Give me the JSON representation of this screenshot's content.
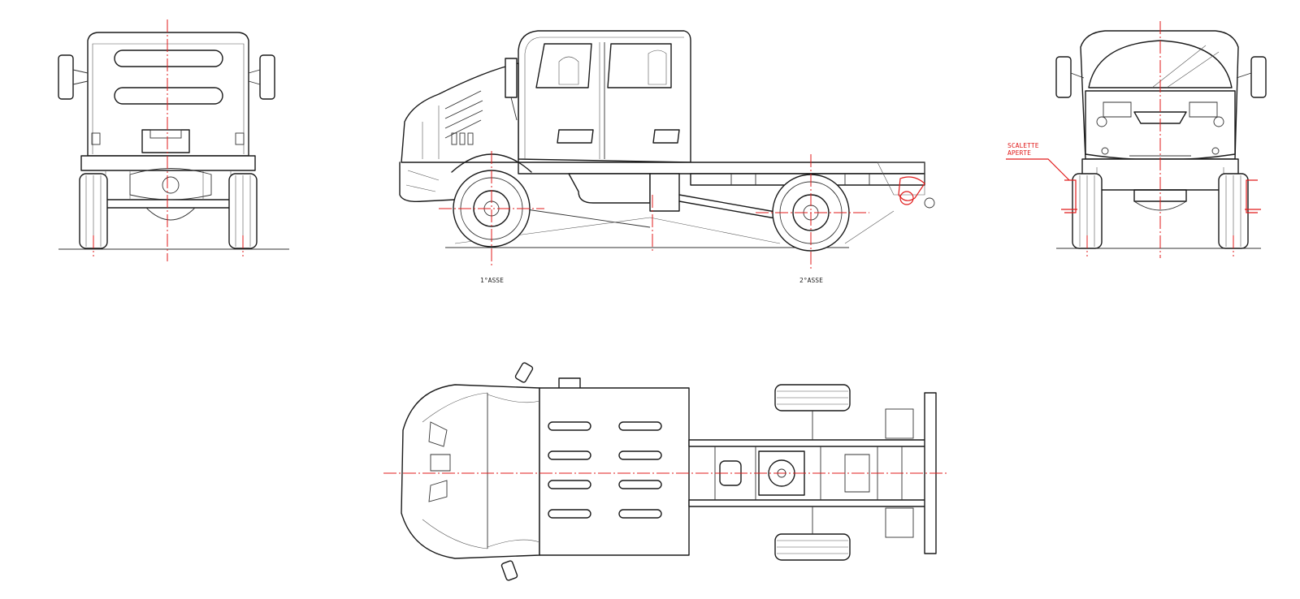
{
  "labels": {
    "axle_front": "1°ASSE",
    "axle_rear": "2°ASSE",
    "ladder_line1": "SCALETTE",
    "ladder_line2": "APERTE"
  },
  "colors": {
    "line": "#1a1a1a",
    "centerline": "#e01b1b",
    "background": "#ffffff"
  }
}
